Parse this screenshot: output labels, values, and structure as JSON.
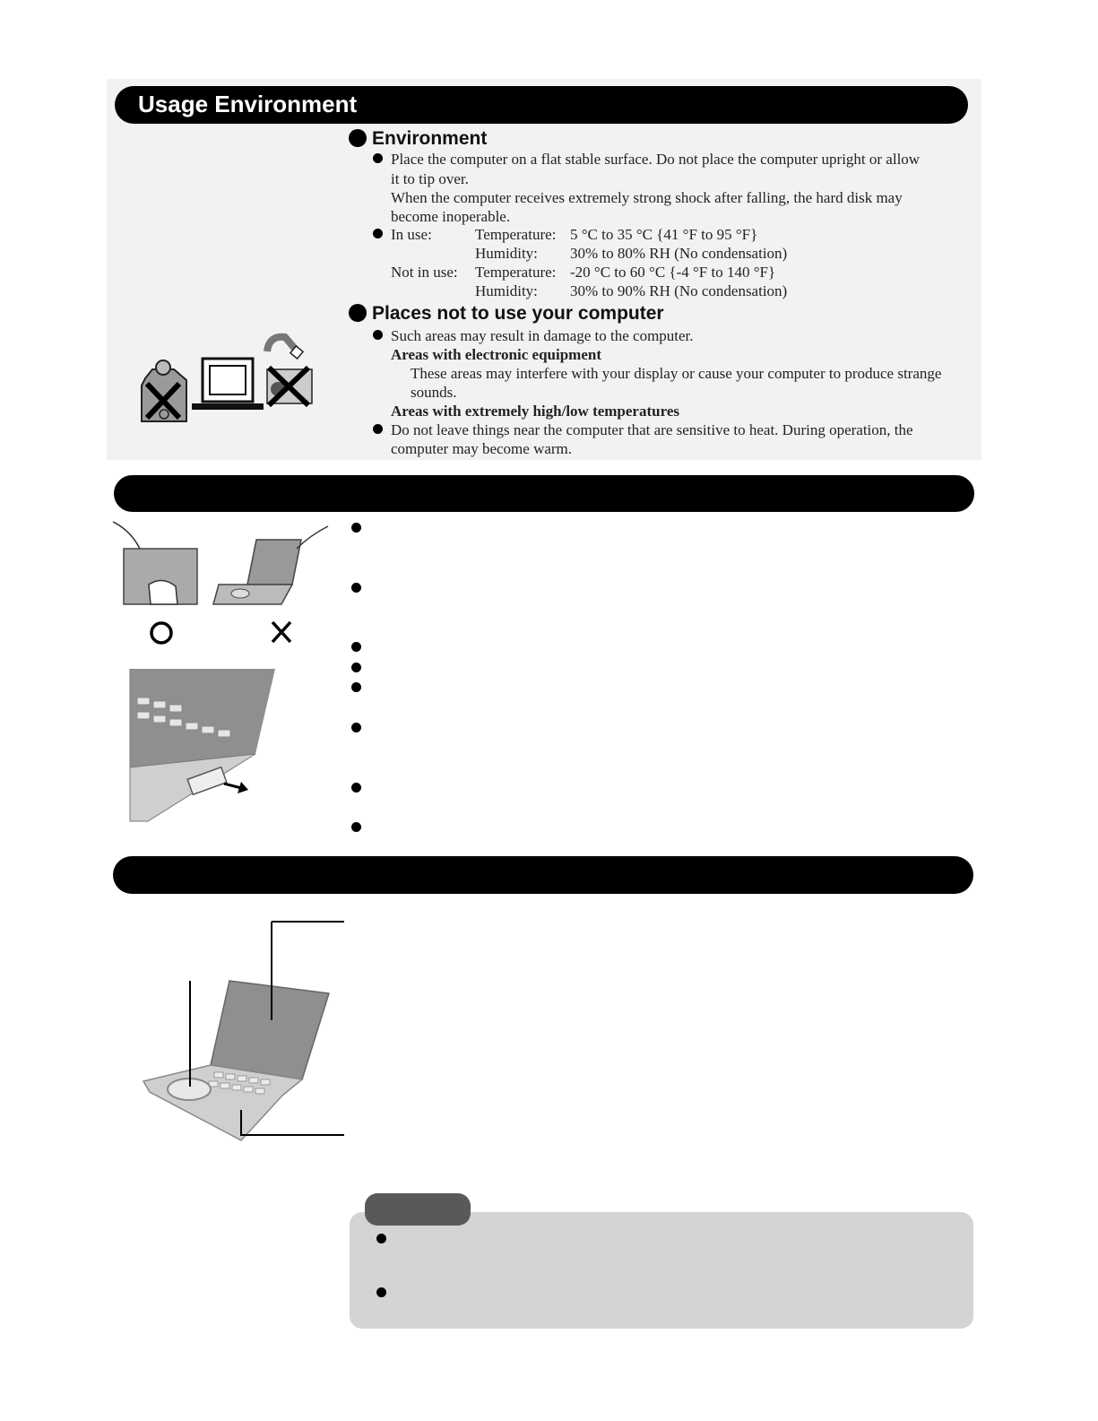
{
  "banner_title": "Usage Environment",
  "environment": {
    "heading": "Environment",
    "p1_l1": "Place the computer on a flat stable surface.  Do not place the computer upright or allow",
    "p1_l2": "it to tip over.",
    "p1_l3": "When the computer receives extremely strong shock after falling, the hard disk may",
    "p1_l4": "become inoperable.",
    "in_use_label": "In use:",
    "not_in_use_label": "Not in use:",
    "temp_label": "Temperature:",
    "humidity_label": "Humidity:",
    "in_use_temp": "5 °C to 35 °C  {41 °F to 95 °F}",
    "in_use_humidity": "30% to 80% RH  (No condensation)",
    "not_in_use_temp": "-20 °C to 60 °C  {-4 °F to 140 °F}",
    "not_in_use_humidity": "30% to 90% RH  (No condensation)"
  },
  "places": {
    "heading": "Places not to use your computer",
    "p1": "Such areas may result in damage to the computer.",
    "sub1": "Areas with electronic equipment",
    "sub1_l1": "These areas may interfere with your display or cause your computer to produce strange",
    "sub1_l2": "sounds.",
    "sub2": "Areas with extremely high/low temperatures",
    "p2_l1": "Do not leave things near the computer that are sensitive to heat.  During operation, the",
    "p2_l2": "computer may become warm."
  },
  "icons": {
    "good": "circle-ok-icon",
    "bad": "cross-ng-icon"
  },
  "colors": {
    "banner": "#000000",
    "panel": "#f2f2f2",
    "note_box": "#d4d4d6",
    "note_tab": "#58595b",
    "illustration_gray": "#9a9a9a"
  }
}
